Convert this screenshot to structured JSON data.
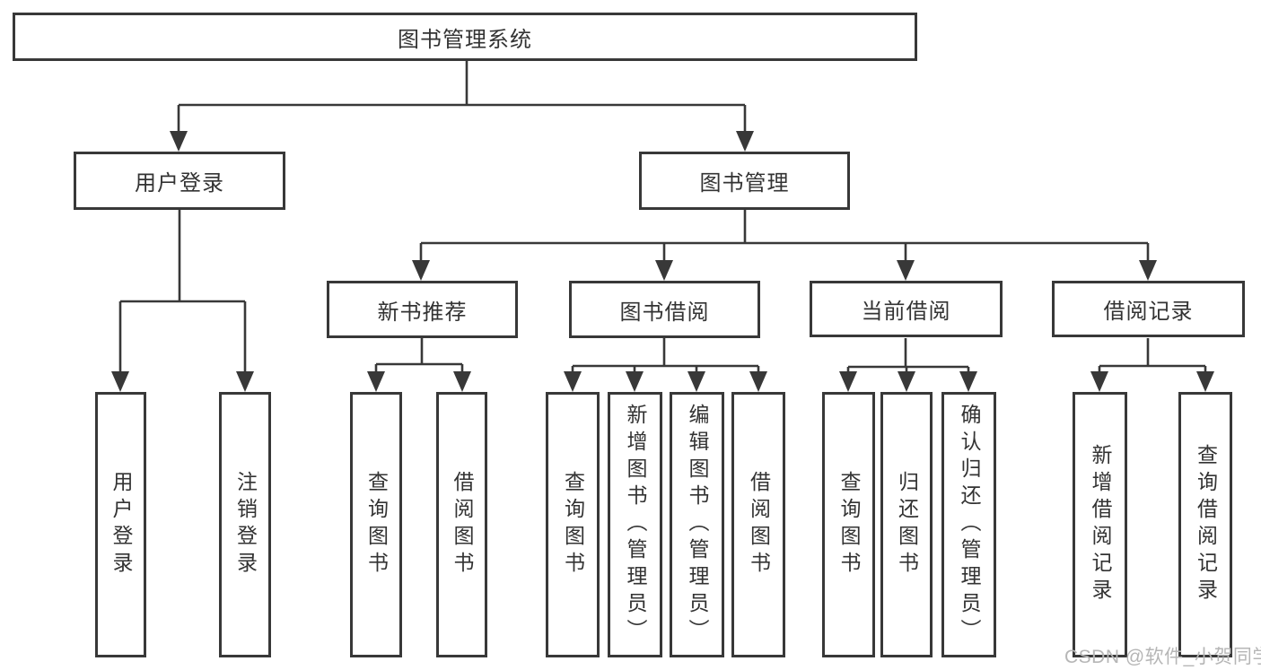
{
  "diagram": {
    "title": "图书管理系统",
    "type": "hierarchy-tree",
    "colors": {
      "background": "#ffffff",
      "line": "#383838",
      "box_border": "#383838",
      "text": "#333333",
      "watermark": "#b6b6b6"
    },
    "nodes": {
      "root": "图书管理系统",
      "level2": [
        {
          "label": "用户登录"
        },
        {
          "label": "图书管理"
        }
      ],
      "level3": [
        {
          "label": "新书推荐",
          "parent": "图书管理"
        },
        {
          "label": "图书借阅",
          "parent": "图书管理"
        },
        {
          "label": "当前借阅",
          "parent": "图书管理"
        },
        {
          "label": "借阅记录",
          "parent": "图书管理"
        }
      ],
      "leaves": [
        {
          "label": "用户登录",
          "parent": "用户登录"
        },
        {
          "label": "注销登录",
          "parent": "用户登录"
        },
        {
          "label": "查询图书",
          "parent": "新书推荐"
        },
        {
          "label": "借阅图书",
          "parent": "新书推荐"
        },
        {
          "label": "查询图书",
          "parent": "图书借阅"
        },
        {
          "label": "新增图书（管理员）",
          "parent": "图书借阅"
        },
        {
          "label": "编辑图书（管理员）",
          "parent": "图书借阅"
        },
        {
          "label": "借阅图书",
          "parent": "图书借阅"
        },
        {
          "label": "查询图书",
          "parent": "当前借阅"
        },
        {
          "label": "归还图书",
          "parent": "当前借阅"
        },
        {
          "label": "确认归还（管理员）",
          "parent": "当前借阅"
        },
        {
          "label": "新增借阅记录",
          "parent": "借阅记录"
        },
        {
          "label": "查询借阅记录",
          "parent": "借阅记录"
        }
      ]
    },
    "watermark": {
      "text": "CSDN @软件_小贺同学"
    }
  }
}
